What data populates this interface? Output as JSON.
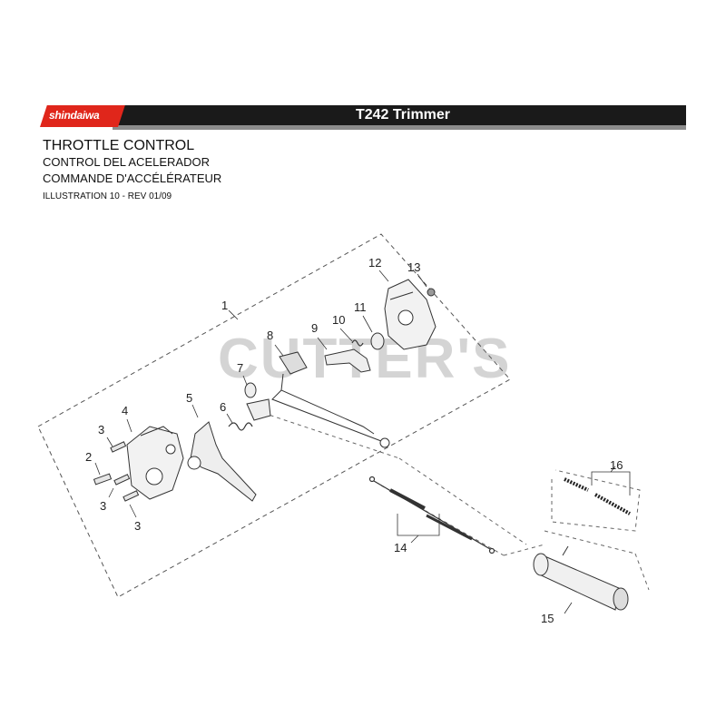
{
  "header": {
    "brand": "shindaiwa",
    "model": "T242 Trimmer",
    "brand_color": "#e0261b",
    "bar_color": "#1a1a1a"
  },
  "titles": {
    "en": "THROTTLE CONTROL",
    "es": "CONTROL DEL ACELERADOR",
    "fr": "COMMANDE D'ACCÉLÉRATEUR",
    "illustration": "ILLUSTRATION 10 - REV 01/09"
  },
  "watermark": "CUTTER'S",
  "callouts": {
    "c1": "1",
    "c2": "2",
    "c3a": "3",
    "c3b": "3",
    "c3c": "3",
    "c4": "4",
    "c5": "5",
    "c6": "6",
    "c7": "7",
    "c8": "8",
    "c9": "9",
    "c10": "10",
    "c11": "11",
    "c12": "12",
    "c13": "13",
    "c14": "14",
    "c15": "15",
    "c16": "16"
  }
}
